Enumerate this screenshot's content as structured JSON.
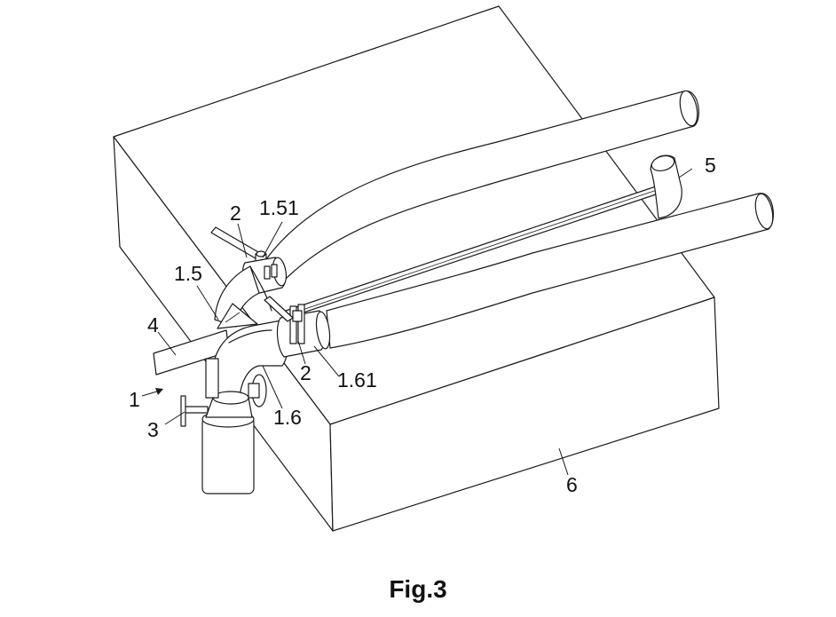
{
  "figure": {
    "caption": "Fig.3",
    "labels": {
      "assembly": "1",
      "valve_a": "2",
      "valve_b": "2",
      "fitting_151": "1.51",
      "elbow_15": "1.5",
      "elbow_16": "1.6",
      "fitting_161": "1.61",
      "tap": "3",
      "rail": "4",
      "bracket": "5",
      "tank": "6"
    }
  }
}
